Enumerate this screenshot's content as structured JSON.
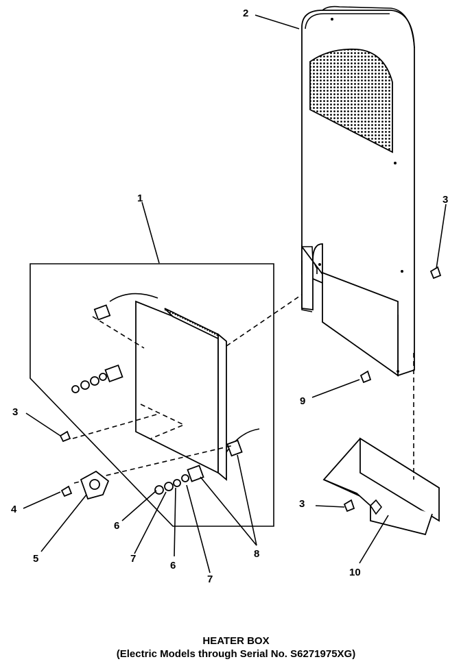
{
  "caption": {
    "title": "HEATER BOX",
    "subtitle": "(Electric Models through Serial No. S6271975XG)"
  },
  "callouts": {
    "c1": "1",
    "c2": "2",
    "c3_right": "3",
    "c3_left": "3",
    "c3_bottom": "3",
    "c4": "4",
    "c5": "5",
    "c6_a": "6",
    "c6_b": "6",
    "c7_a": "7",
    "c7_b": "7",
    "c8": "8",
    "c9": "9",
    "c10": "10"
  }
}
